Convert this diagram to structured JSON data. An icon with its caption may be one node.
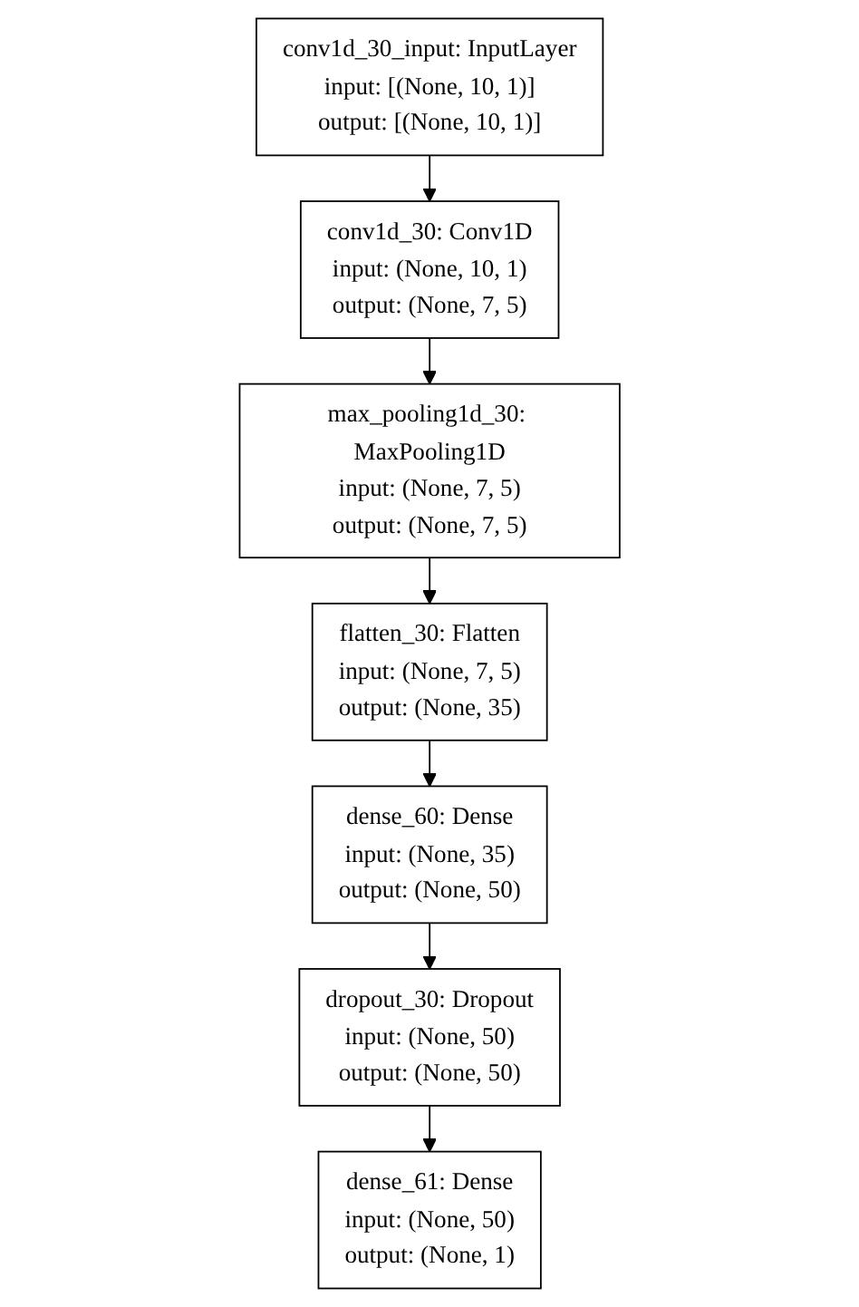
{
  "diagram": {
    "nodes": [
      {
        "text": [
          "conv1d_30_input: InputLayer",
          "input:",
          "[(None, 10, 1)]",
          "output:",
          "[(None, 10, 1)]"
        ]
      },
      {
        "text": [
          "conv1d_30: Conv1D",
          "input:",
          "(None, 10, 1)",
          "output:",
          "(None, 7, 5)"
        ]
      },
      {
        "text": [
          "max_pooling1d_30: MaxPooling1D",
          "input:",
          "(None, 7, 5)",
          "output:",
          "(None, 7, 5)"
        ]
      },
      {
        "text": [
          "flatten_30: Flatten",
          "input:",
          "(None, 7, 5)",
          "output:",
          "(None, 35)"
        ]
      },
      {
        "text": [
          "dense_60: Dense",
          "input:",
          "(None, 35)",
          "output:",
          "(None, 50)"
        ]
      },
      {
        "text": [
          "dropout_30: Dropout",
          "input:",
          "(None, 50)",
          "output:",
          "(None, 50)"
        ]
      },
      {
        "text": [
          "dense_61: Dense",
          "input:",
          "(None, 50)",
          "output:",
          "(None, 1)"
        ]
      }
    ],
    "edges": [
      {
        "from": 0,
        "to": 1,
        "arrow": "to"
      },
      {
        "from": 1,
        "to": 2,
        "arrow": "to"
      },
      {
        "from": 2,
        "to": 3,
        "arrow": "to"
      },
      {
        "from": 3,
        "to": 4,
        "arrow": "to"
      },
      {
        "from": 4,
        "to": 5,
        "arrow": "to"
      },
      {
        "from": 5,
        "to": 6,
        "arrow": "to"
      }
    ]
  }
}
